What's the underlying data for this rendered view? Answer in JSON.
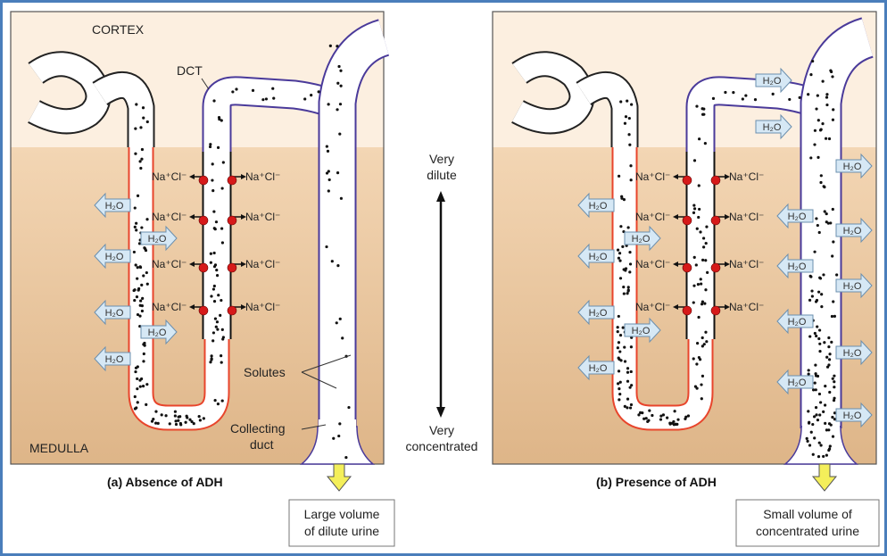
{
  "panel_a": {
    "caption": "(a) Absence of ADH",
    "cortex_label": "CORTEX",
    "medulla_label": "MEDULLA",
    "dct_label": "DCT",
    "solutes_label": "Solutes",
    "collecting_duct_label": [
      "Collecting",
      "duct"
    ],
    "output_label": [
      "Large volume",
      "of dilute urine"
    ]
  },
  "panel_b": {
    "caption": "(b) Presence of ADH",
    "output_label": [
      "Small volume of",
      "concentrated urine"
    ]
  },
  "gradient_scale": {
    "top_label": [
      "Very",
      "dilute"
    ],
    "bottom_label": [
      "Very",
      "concentrated"
    ]
  },
  "water_label": "H₂O",
  "salt_label": "Na⁺Cl⁻",
  "colors": {
    "cortex": "#fcefe0",
    "medulla": "#e6c197",
    "descending_limb": "#e8452c",
    "collecting_duct": "#4a3a9a",
    "water_arrow": "#d6e8f5",
    "pump": "#d61a1a",
    "urine_arrow": "#f4ef5a",
    "frame": "#4a7ebb"
  }
}
